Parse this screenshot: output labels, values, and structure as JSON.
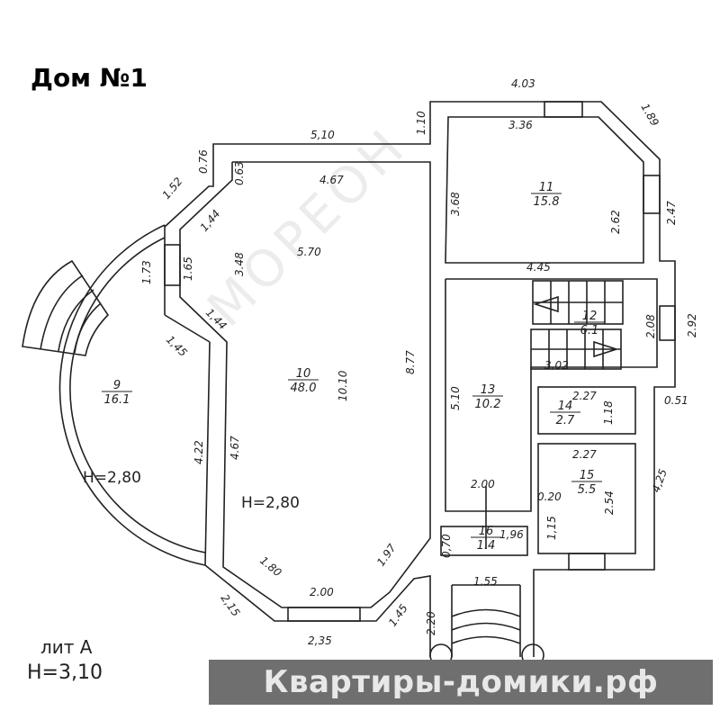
{
  "title": "Дом №1",
  "watermark": "МОРЕОН",
  "banner": "Квартиры-домики.рф",
  "lit": "лит  А",
  "house_height": "H=3,10",
  "room_heights": [
    "H=2,80",
    "H=2,80"
  ],
  "rooms": [
    {
      "num": "9",
      "area": "16.1"
    },
    {
      "num": "10",
      "area": "48.0"
    },
    {
      "num": "11",
      "area": "15.8"
    },
    {
      "num": "12",
      "area": "6.1"
    },
    {
      "num": "13",
      "area": "10.2"
    },
    {
      "num": "14",
      "area": "2.7"
    },
    {
      "num": "15",
      "area": "5.5"
    },
    {
      "num": "16",
      "area": "1.4"
    }
  ],
  "dimensions": [
    "4.03",
    "1.89",
    "1.10",
    "5,10",
    "0.76",
    "0.63",
    "4.67",
    "3.36",
    "1.52",
    "1,44",
    "3.68",
    "2.62",
    "2.47",
    "5.70",
    "3.48",
    "1.73",
    "1.65",
    "4.45",
    "1,44",
    "1,45",
    "2.08",
    "2.92",
    "3.02",
    "8.77",
    "10.10",
    "5.10",
    "0.51",
    "2.27",
    "1.18",
    "2.27",
    "4.22",
    "4.67",
    "4,25",
    "2.00",
    "0.20",
    "2.54",
    "1,15",
    "0,70",
    "1,96",
    "1.55",
    "1.80",
    "1.97",
    "2.00",
    "2,15",
    "1.45",
    "2.20",
    "2,35"
  ],
  "colors": {
    "banner_bg": "#6f6f6f",
    "banner_accent": "#7cc242"
  }
}
